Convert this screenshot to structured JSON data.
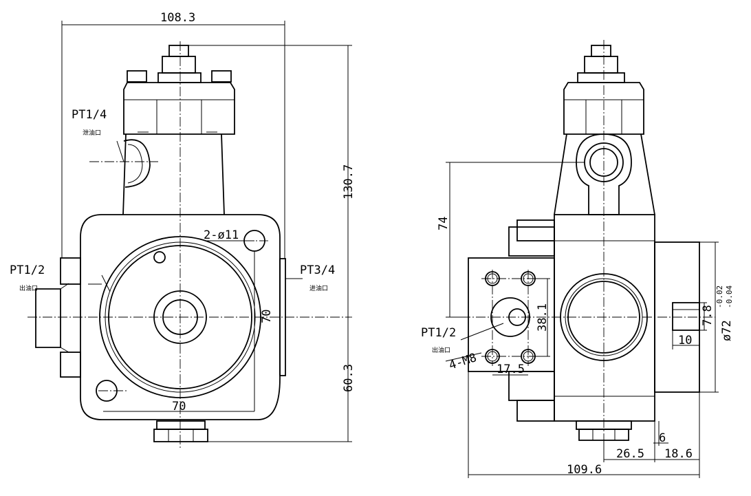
{
  "front_view": {
    "dim_width": "108.3",
    "dim_height": "130.7",
    "dim_center_height": "60.3",
    "dim_bolt_x": "70",
    "dim_bolt_y": "70",
    "dim_holes": "2-ø11",
    "port_top": "PT1/4",
    "port_top_note": "泄油口",
    "port_left": "PT1/2",
    "port_left_note": "出油口",
    "port_right": "PT3/4",
    "port_right_note": "进油口"
  },
  "side_view": {
    "dim_height": "74",
    "dim_port_spacing": "38.1",
    "dim_bolt_pitch": "17.5",
    "dim_threads": "4-M8",
    "port_outlet": "PT1/2",
    "port_outlet_note": "出油口",
    "dim_key": "7.8",
    "dim_shaft_dia": "ø72",
    "dim_shaft_tol_upper": "-0.02",
    "dim_shaft_tol_lower": "-0.04",
    "dim_shaft_step": "10",
    "dim_flange": "6",
    "dim_offset": "26.5",
    "dim_shaft_len": "18.6",
    "dim_total": "109.6"
  }
}
